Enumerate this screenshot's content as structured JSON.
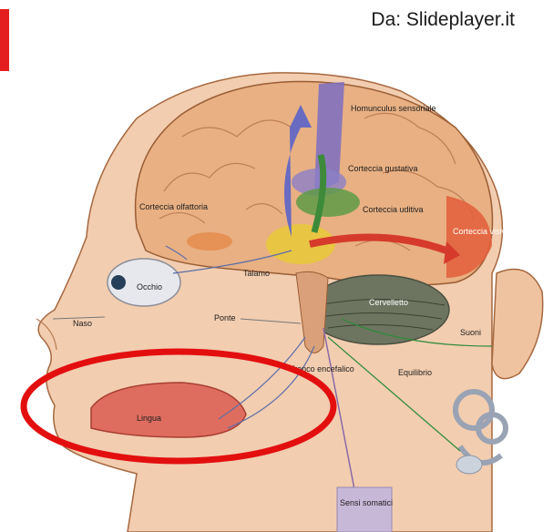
{
  "source_caption": "Da: Slideplayer.it",
  "colors": {
    "accent": "#e41e1e",
    "skin": "#f0c7a8",
    "brain": "#e9b285",
    "cerebellum": "#6d7560",
    "highlight_ellipse": "#e30f0f"
  },
  "labels": {
    "homunculus": "Homunculus sensoriale",
    "gustatory_cortex": "Corteccia gustativa",
    "olfactory_cortex": "Corteccia olfattoria",
    "auditory_cortex": "Corteccia uditiva",
    "visual_cortex": "Corteccia visiva",
    "thalamus": "Talamo",
    "eye": "Occhio",
    "nose": "Naso",
    "pons": "Ponte",
    "cerebellum": "Cervelletto",
    "sounds": "Suoni",
    "brainstem": "Tronco encefalico",
    "balance": "Equilibrio",
    "tongue": "Lingua",
    "somatic_senses": "Sensi somatici"
  }
}
